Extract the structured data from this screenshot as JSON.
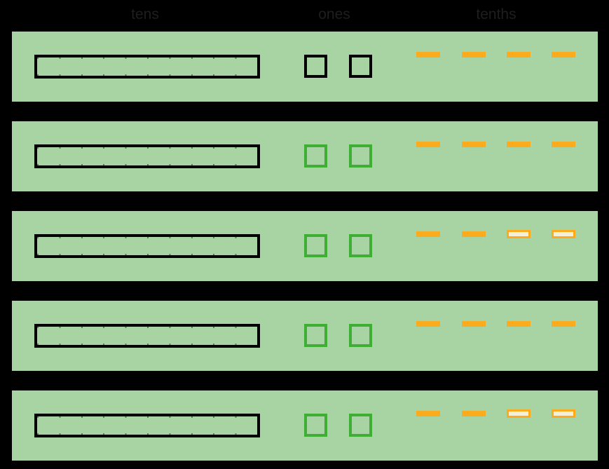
{
  "header": {
    "labels": [
      {
        "id": "tens",
        "text": "tens"
      },
      {
        "id": "ones",
        "text": "ones"
      },
      {
        "id": "tenths",
        "text": "tenths"
      }
    ]
  },
  "colors": {
    "background": "#000000",
    "header_text": "#1E1E1E",
    "row_background": "#A8D3A2",
    "black_outline": "#000000",
    "green_outline": "#3FAE35",
    "dash_orange": "#FBAB1E",
    "dash_hollow_fill": "#F5EFD8"
  },
  "rows": [
    {
      "tens_rods": [
        {
          "outline": "black"
        }
      ],
      "ones_squares": [
        {
          "outline": "black"
        },
        {
          "outline": "black"
        }
      ],
      "tenths_dashes": [
        {
          "style": "solid"
        },
        {
          "style": "solid"
        },
        {
          "style": "solid"
        },
        {
          "style": "solid"
        }
      ]
    },
    {
      "tens_rods": [
        {
          "outline": "black"
        }
      ],
      "ones_squares": [
        {
          "outline": "green"
        },
        {
          "outline": "green"
        }
      ],
      "tenths_dashes": [
        {
          "style": "solid"
        },
        {
          "style": "solid"
        },
        {
          "style": "solid"
        },
        {
          "style": "solid"
        }
      ]
    },
    {
      "tens_rods": [
        {
          "outline": "black"
        }
      ],
      "ones_squares": [
        {
          "outline": "green"
        },
        {
          "outline": "green"
        }
      ],
      "tenths_dashes": [
        {
          "style": "solid"
        },
        {
          "style": "solid"
        },
        {
          "style": "hollow"
        },
        {
          "style": "hollow"
        }
      ]
    },
    {
      "tens_rods": [
        {
          "outline": "black"
        }
      ],
      "ones_squares": [
        {
          "outline": "green"
        },
        {
          "outline": "green"
        }
      ],
      "tenths_dashes": [
        {
          "style": "solid"
        },
        {
          "style": "solid"
        },
        {
          "style": "solid"
        },
        {
          "style": "solid"
        }
      ]
    },
    {
      "tens_rods": [
        {
          "outline": "black"
        }
      ],
      "ones_squares": [
        {
          "outline": "green"
        },
        {
          "outline": "green"
        }
      ],
      "tenths_dashes": [
        {
          "style": "solid"
        },
        {
          "style": "solid"
        },
        {
          "style": "hollow"
        },
        {
          "style": "hollow"
        }
      ]
    }
  ]
}
